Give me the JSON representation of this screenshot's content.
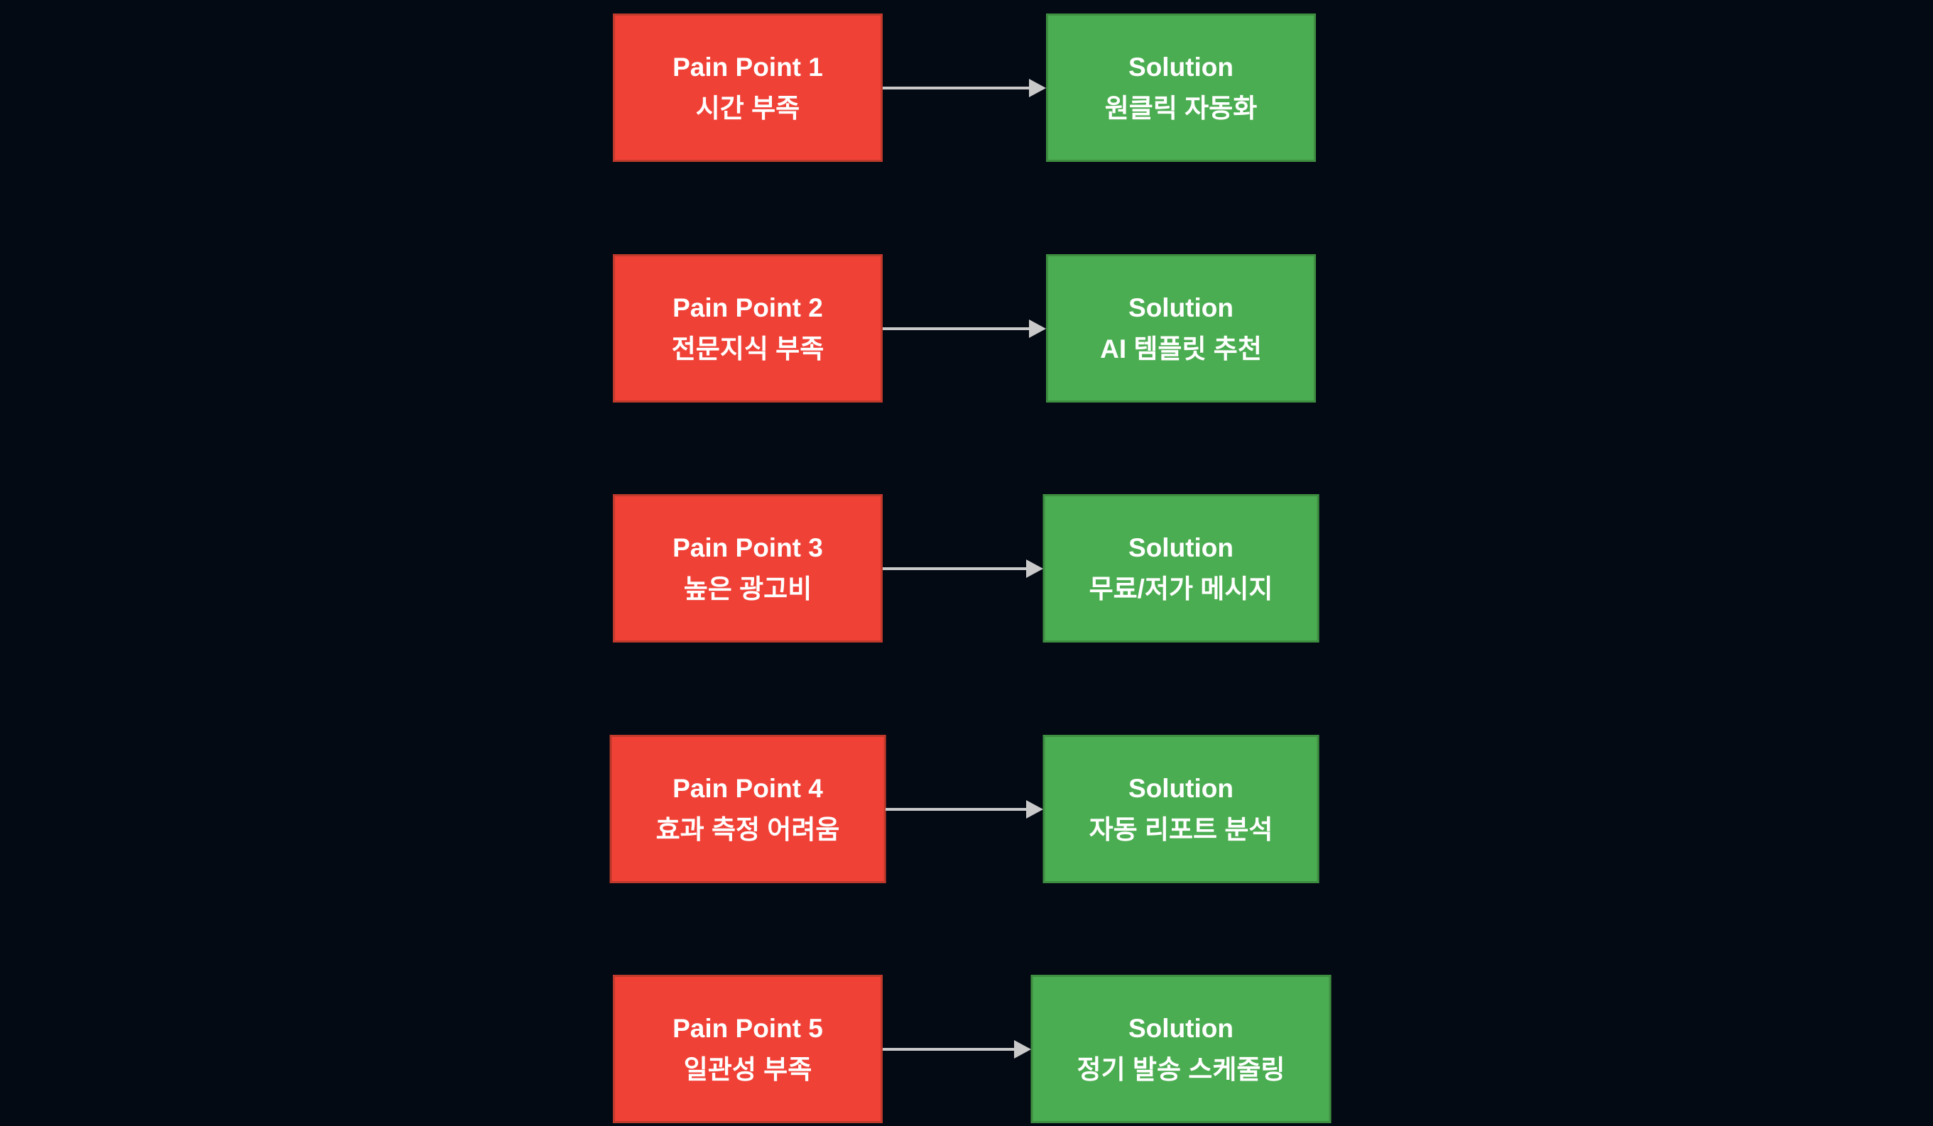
{
  "colors": {
    "background": "#040a14",
    "pain_fill": "#f04137",
    "pain_border": "#bf3a2b",
    "solution_fill": "#4bad51",
    "solution_border": "#3e8e41",
    "arrow": "#c9c9c9",
    "text": "#ffffff"
  },
  "rows": [
    {
      "pain": {
        "title": "Pain Point 1",
        "subtitle": "시간 부족"
      },
      "solution": {
        "title": "Solution",
        "subtitle": "원클릭 자동화"
      }
    },
    {
      "pain": {
        "title": "Pain Point 2",
        "subtitle": "전문지식 부족"
      },
      "solution": {
        "title": "Solution",
        "subtitle": "AI 템플릿 추천"
      }
    },
    {
      "pain": {
        "title": "Pain Point 3",
        "subtitle": "높은 광고비"
      },
      "solution": {
        "title": "Solution",
        "subtitle": "무료/저가 메시지"
      }
    },
    {
      "pain": {
        "title": "Pain Point 4",
        "subtitle": "효과 측정 어려움"
      },
      "solution": {
        "title": "Solution",
        "subtitle": "자동 리포트 분석"
      }
    },
    {
      "pain": {
        "title": "Pain Point 5",
        "subtitle": "일관성 부족"
      },
      "solution": {
        "title": "Solution",
        "subtitle": "정기 발송 스케줄링"
      }
    }
  ]
}
